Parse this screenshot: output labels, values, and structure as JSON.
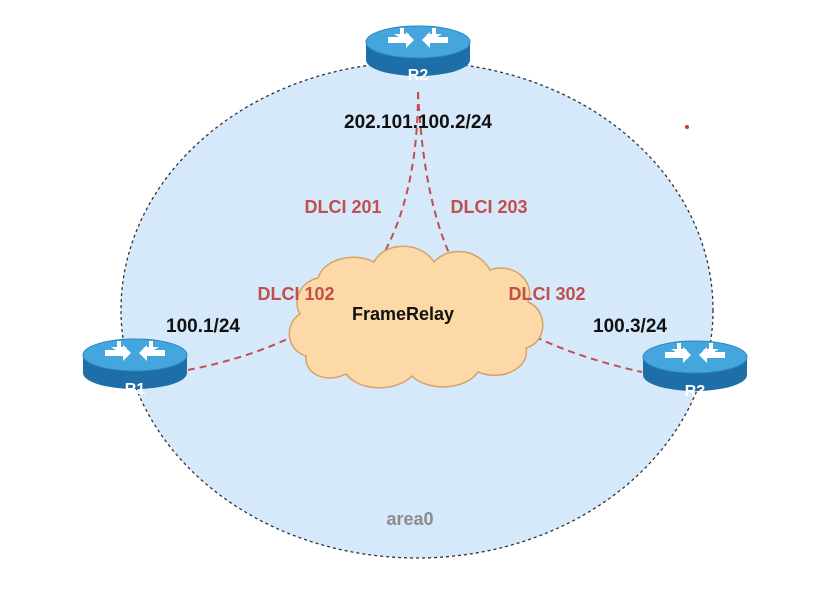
{
  "colors": {
    "area_fill": "#d6e9fb",
    "area_border": "#333333",
    "cloud_fill": "#fcd9a6",
    "cloud_stroke": "#d4a36a",
    "link": "#c0504d",
    "dlci_text": "#c0504d",
    "ip_text": "#111111",
    "area_text": "#8c8c8c",
    "router_top": "#3fa0d8",
    "router_side": "#1e6fa8",
    "router_label": "#ffffff",
    "marker": "#e03030"
  },
  "area": {
    "label": "area0"
  },
  "cloud": {
    "label": "FrameRelay"
  },
  "routers": {
    "r1": {
      "name": "R1",
      "ip": "100.1/24",
      "icon": "router-icon"
    },
    "r2": {
      "name": "R2",
      "ip": "202.101.100.2/24",
      "icon": "router-icon"
    },
    "r3": {
      "name": "R3",
      "ip": "100.3/24",
      "icon": "router-icon"
    }
  },
  "dlci": {
    "r2_to_r1": "DLCI 201",
    "r2_to_r3": "DLCI 203",
    "r1_to_r2": "DLCI 102",
    "r3_to_r2": "DLCI 302"
  }
}
